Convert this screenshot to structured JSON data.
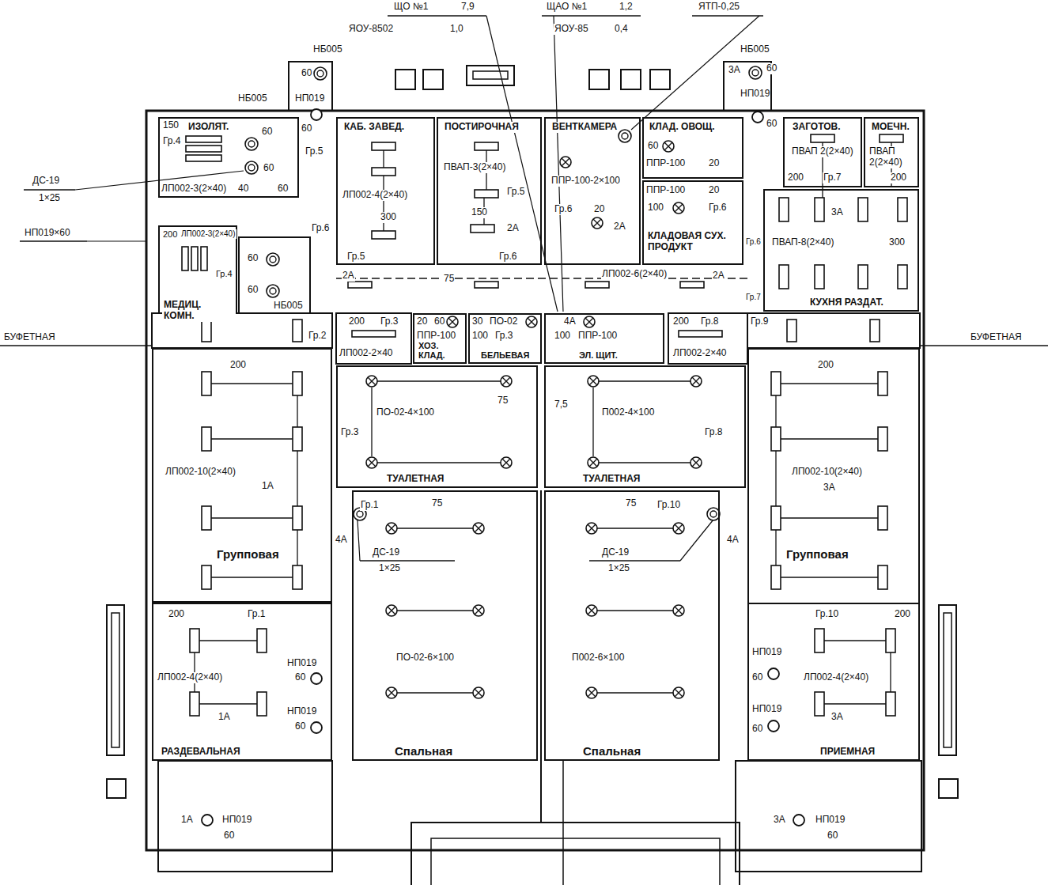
{
  "diagram": {
    "nodes": [
      {
        "text": [
          "ИЗОЛЯТ."
        ]
      },
      {
        "text": [
          "КАБ. ЗАВЕД."
        ]
      },
      {
        "text": [
          "ПОСТИРОЧНАЯ"
        ]
      },
      {
        "text": [
          "ВЕНТКАМЕРА"
        ]
      },
      {
        "text": [
          "КЛАД. ОВОЩ."
        ]
      },
      {
        "text": [
          "ЗАГОТОВ."
        ]
      },
      {
        "text": [
          "МОЕЧН."
        ]
      },
      {
        "text": [
          "КЛАДОВАЯ СУХ. ПРОДУКТ"
        ]
      },
      {
        "text": [
          "КУХНЯ РАЗДАТ."
        ]
      },
      {
        "text": [
          "МЕДИЦ. КОМН."
        ]
      },
      {
        "text": [
          "Групповая"
        ]
      },
      {
        "text": [
          "ХОЗ. КЛАД."
        ]
      },
      {
        "text": [
          "БЕЛЬЕВАЯ"
        ]
      },
      {
        "text": [
          "ЭЛ. ЩИТ."
        ]
      },
      {
        "text": [
          "Групповая"
        ]
      },
      {
        "text": [
          "ТУАЛЕТНАЯ"
        ]
      },
      {
        "text": [
          "ТУАЛЕТНАЯ"
        ]
      },
      {
        "text": [
          "Спальная"
        ]
      },
      {
        "text": [
          "Спальная"
        ]
      },
      {
        "text": [
          "РАЗДЕВАЛЬНАЯ"
        ]
      },
      {
        "text": [
          "ПРИЕМНАЯ"
        ]
      }
    ],
    "labels": [
      "ЩО №1",
      "7,9",
      "ЯОУ-8502",
      "1,0",
      "ЩАО №1",
      "1,2",
      "ЯОУ-85",
      "0,4",
      "ЯТП-0,25",
      "ДС-19",
      "1×25",
      "НП019×60",
      "БУФЕТНАЯ",
      "БУФЕТНАЯ",
      "НБ005",
      "60",
      "НБ005",
      "НП019",
      "60",
      "150",
      "Гр.4",
      "60",
      "60",
      "ЛП002-3(2×40)",
      "40",
      "60",
      "Гр.5",
      "Гр.6",
      "200",
      "ЛП002-3(2×40)",
      "Гр.4",
      "60",
      "60",
      "НБ005",
      "ЛП002-4(2×40)",
      "300",
      "Гр.5",
      "ПВАП-3(2×40)",
      "Гр.5",
      "150",
      "2А",
      "Гр.6",
      "ППР-100-2×100",
      "Гр.6",
      "20",
      "2А",
      "60",
      "ППР-100",
      "20",
      "ППР-100",
      "20",
      "100",
      "Гр.6",
      "НБ005",
      "60",
      "3А",
      "НП019",
      "60",
      "ПВАП 2(2×40)",
      "ПВАП 2(2×40)",
      "200",
      "Гр.7",
      "200",
      "Гр.6",
      "3А",
      "ПВАП-8(2×40)",
      "300",
      "Гр.7",
      "2А",
      "75",
      "ЛП002-6(2×40)",
      "2А",
      "Гр.2",
      "200",
      "Гр.3",
      "ЛП002-2×40",
      "20",
      "60",
      "ППР-100",
      "30",
      "ПО-02",
      "100",
      "Гр.3",
      "4А",
      "100",
      "ППР-100",
      "200",
      "Гр.8",
      "ЛП002-2×40",
      "Гр.9",
      "200",
      "ЛП002-10(2×40)",
      "1А",
      "200",
      "ЛП002-10(2×40)",
      "3А",
      "ПО-02-4×100",
      "75",
      "Гр.3",
      "7,5",
      "П002-4×100",
      "Гр.8",
      "Гр.1",
      "75",
      "4А",
      "ДС-19",
      "1×25",
      "ПО-02-6×100",
      "75",
      "Гр.10",
      "4А",
      "ДС-19",
      "1×25",
      "П002-6×100",
      "200",
      "Гр.1",
      "ЛП002-4(2×40)",
      "1А",
      "НП019",
      "60",
      "НП019",
      "60",
      "1А",
      "НП019",
      "60",
      "Гр.10",
      "200",
      "НП019",
      "60",
      "ЛП002-4(2×40)",
      "НП019",
      "60",
      "3А",
      "3А",
      "НП019",
      "60"
    ]
  }
}
